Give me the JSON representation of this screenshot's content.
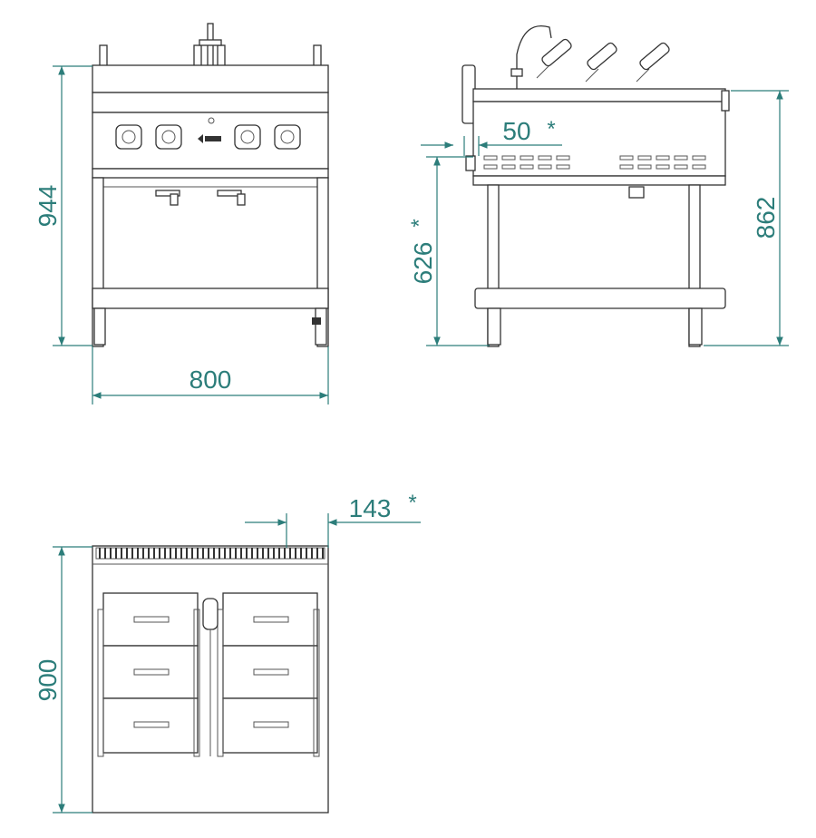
{
  "dimensions": {
    "front_height": "944",
    "front_width": "800",
    "side_offset": "50",
    "side_offset_mark": "*",
    "side_leg_height": "626",
    "side_leg_mark": "*",
    "side_height": "862",
    "top_offset": "143",
    "top_offset_mark": "*",
    "top_depth": "900"
  },
  "colors": {
    "dimension": "#2c7d7a",
    "outline": "#333333",
    "background": "#ffffff"
  }
}
